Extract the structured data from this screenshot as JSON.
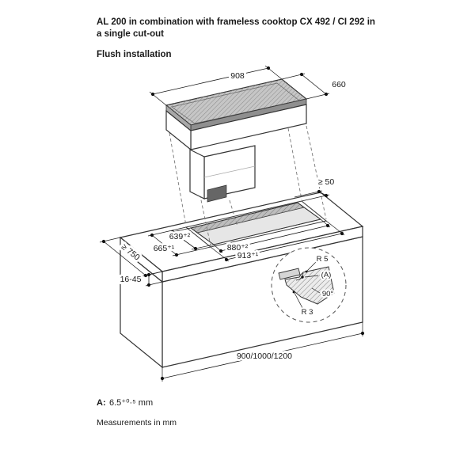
{
  "header": {
    "title_line1": "AL 200 in combination with frameless cooktop CX 492 / CI 292 in",
    "title_line2": "a single cut-out",
    "subtitle": "Flush installation"
  },
  "dims": {
    "module_width": "908",
    "module_depth": "660",
    "rear_clearance": "≥ 50",
    "cutout_depth_inner": "639⁺²",
    "cutout_depth_outer": "665⁺¹",
    "worktop_min_depth": "≥ 750",
    "worktop_thickness": "16-45",
    "cutout_width_inner": "880⁺²",
    "cutout_width_outer": "913⁺¹",
    "cabinet_widths": "900/1000/1200"
  },
  "detail": {
    "radius_top": "R 5",
    "gap_label": "(A)",
    "angle": "90°",
    "radius_bottom": "R 3"
  },
  "footer": {
    "gap_key": "A:",
    "gap_value": "6.5⁺⁰·⁵ mm",
    "units": "Measurements in mm"
  }
}
